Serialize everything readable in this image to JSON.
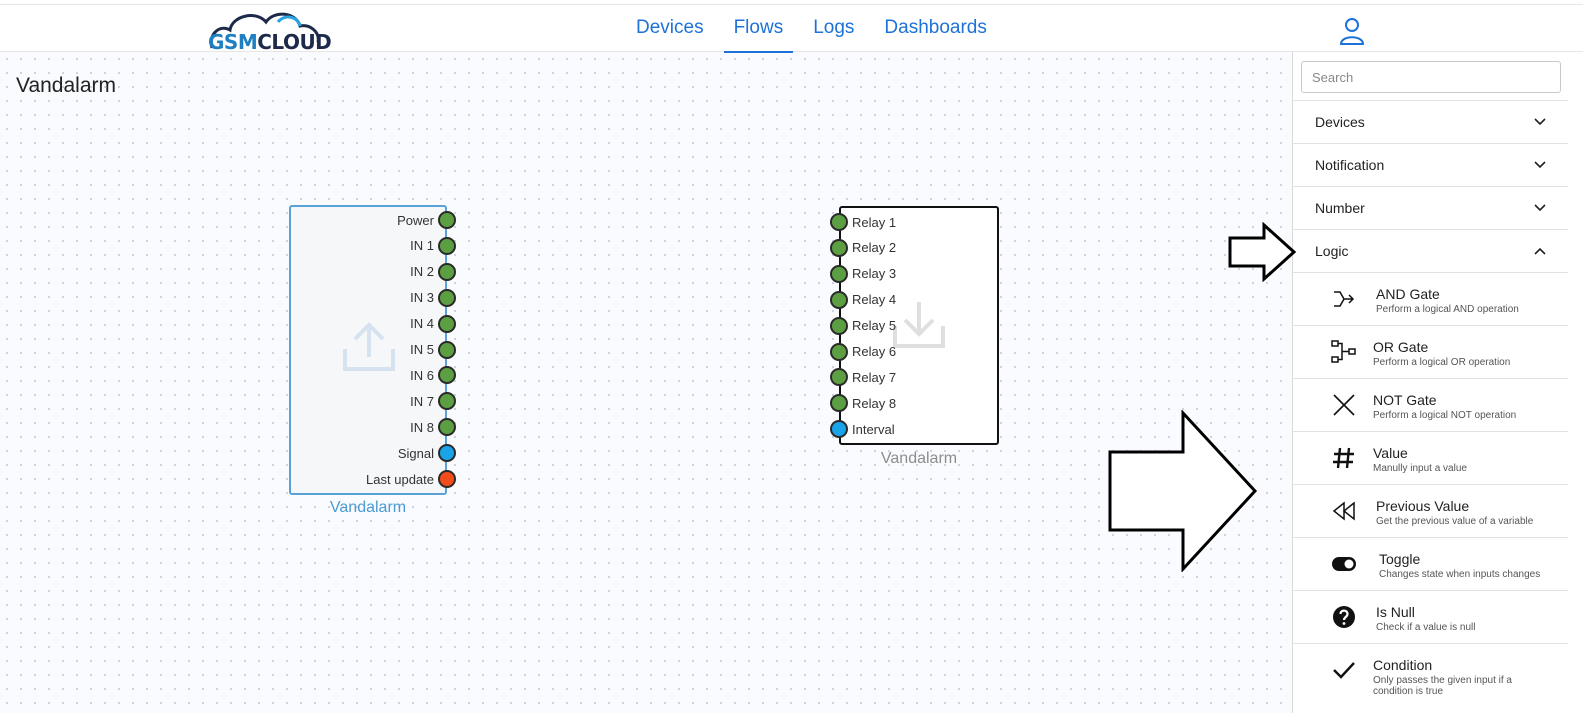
{
  "header": {
    "logo": {
      "part1": "GSM",
      "part2": "CLOUD"
    },
    "nav": [
      {
        "label": "Devices",
        "active": false
      },
      {
        "label": "Flows",
        "active": true
      },
      {
        "label": "Logs",
        "active": false
      },
      {
        "label": "Dashboards",
        "active": false
      }
    ],
    "user_icon": "user-icon"
  },
  "canvas": {
    "flow_title": "Vandalarm",
    "source_node": {
      "caption": "Vandalarm",
      "icon": "upload-icon",
      "ports": [
        {
          "label": "Power",
          "color": "#5c9e42"
        },
        {
          "label": "IN 1",
          "color": "#5c9e42"
        },
        {
          "label": "IN 2",
          "color": "#5c9e42"
        },
        {
          "label": "IN 3",
          "color": "#5c9e42"
        },
        {
          "label": "IN 4",
          "color": "#5c9e42"
        },
        {
          "label": "IN 5",
          "color": "#5c9e42"
        },
        {
          "label": "IN 6",
          "color": "#5c9e42"
        },
        {
          "label": "IN 7",
          "color": "#5c9e42"
        },
        {
          "label": "IN 8",
          "color": "#5c9e42"
        },
        {
          "label": "Signal",
          "color": "#1aa3e8"
        },
        {
          "label": "Last update",
          "color": "#f24c1c"
        }
      ]
    },
    "target_node": {
      "caption": "Vandalarm",
      "icon": "download-icon",
      "ports": [
        {
          "label": "Relay 1",
          "color": "#5c9e42"
        },
        {
          "label": "Relay 2",
          "color": "#5c9e42"
        },
        {
          "label": "Relay 3",
          "color": "#5c9e42"
        },
        {
          "label": "Relay 4",
          "color": "#5c9e42"
        },
        {
          "label": "Relay 5",
          "color": "#5c9e42"
        },
        {
          "label": "Relay 6",
          "color": "#5c9e42"
        },
        {
          "label": "Relay 7",
          "color": "#5c9e42"
        },
        {
          "label": "Relay 8",
          "color": "#5c9e42"
        },
        {
          "label": "Interval",
          "color": "#1aa3e8"
        }
      ]
    }
  },
  "panel": {
    "search_placeholder": "Search",
    "categories": [
      {
        "label": "Devices",
        "expanded": false
      },
      {
        "label": "Notification",
        "expanded": false
      },
      {
        "label": "Number",
        "expanded": false
      },
      {
        "label": "Logic",
        "expanded": true
      }
    ],
    "logic_items": [
      {
        "name": "AND Gate",
        "desc": "Perform a logical AND operation",
        "icon": "and-gate-icon"
      },
      {
        "name": "OR Gate",
        "desc": "Perform a logical OR operation",
        "icon": "or-gate-icon"
      },
      {
        "name": "NOT Gate",
        "desc": "Perform a logical NOT operation",
        "icon": "not-gate-icon"
      },
      {
        "name": "Value",
        "desc": "Manully input a value",
        "icon": "hash-icon"
      },
      {
        "name": "Previous Value",
        "desc": "Get the previous value of a variable",
        "icon": "rewind-icon"
      },
      {
        "name": "Toggle",
        "desc": "Changes state when inputs changes",
        "icon": "toggle-icon"
      },
      {
        "name": "Is Null",
        "desc": "Check if a value is null",
        "icon": "question-icon"
      },
      {
        "name": "Condition",
        "desc": "Only passes the given input if a condition is true",
        "icon": "check-icon"
      }
    ]
  }
}
